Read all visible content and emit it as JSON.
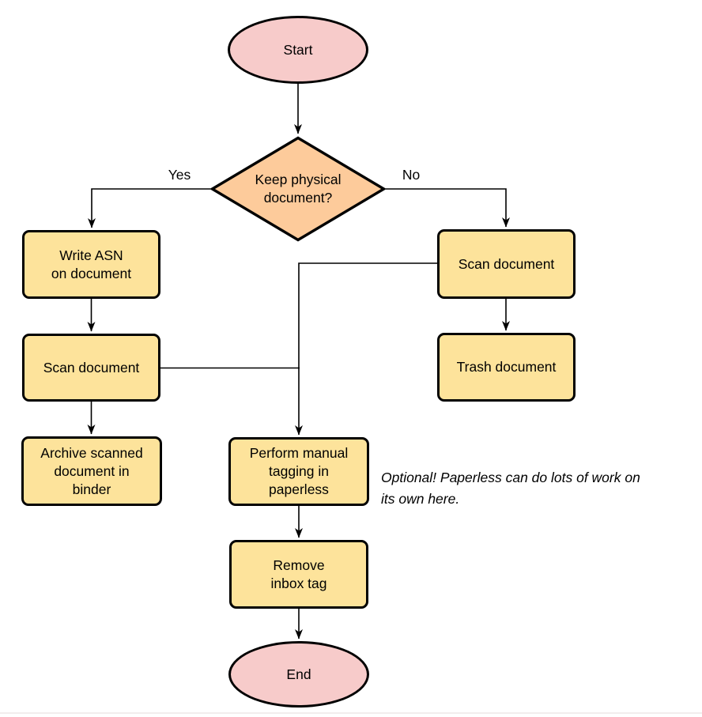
{
  "colors": {
    "terminal_fill": "#F7CBCA",
    "decision_fill": "#FDCB9B",
    "process_fill": "#FDE39B",
    "stroke": "#000000",
    "text": "#000000",
    "footer_line": "#F2EDED"
  },
  "nodes": {
    "start": {
      "label": "Start"
    },
    "decision": {
      "lines": [
        "Keep physical",
        "document?"
      ]
    },
    "write_asn": {
      "lines": [
        "Write ASN",
        "on document"
      ]
    },
    "scan_left": {
      "label": "Scan document"
    },
    "archive": {
      "lines": [
        "Archive scanned",
        "document in",
        "binder"
      ]
    },
    "scan_right": {
      "label": "Scan document"
    },
    "trash": {
      "label": "Trash document"
    },
    "perform_tagging": {
      "lines": [
        "Perform manual",
        "tagging in",
        "paperless"
      ]
    },
    "remove_inbox": {
      "lines": [
        "Remove",
        "inbox tag"
      ]
    },
    "end": {
      "label": "End"
    }
  },
  "edge_labels": {
    "yes": "Yes",
    "no": "No"
  },
  "note": {
    "lines": [
      "Optional! Paperless can do lots of work on",
      "its own here."
    ]
  }
}
